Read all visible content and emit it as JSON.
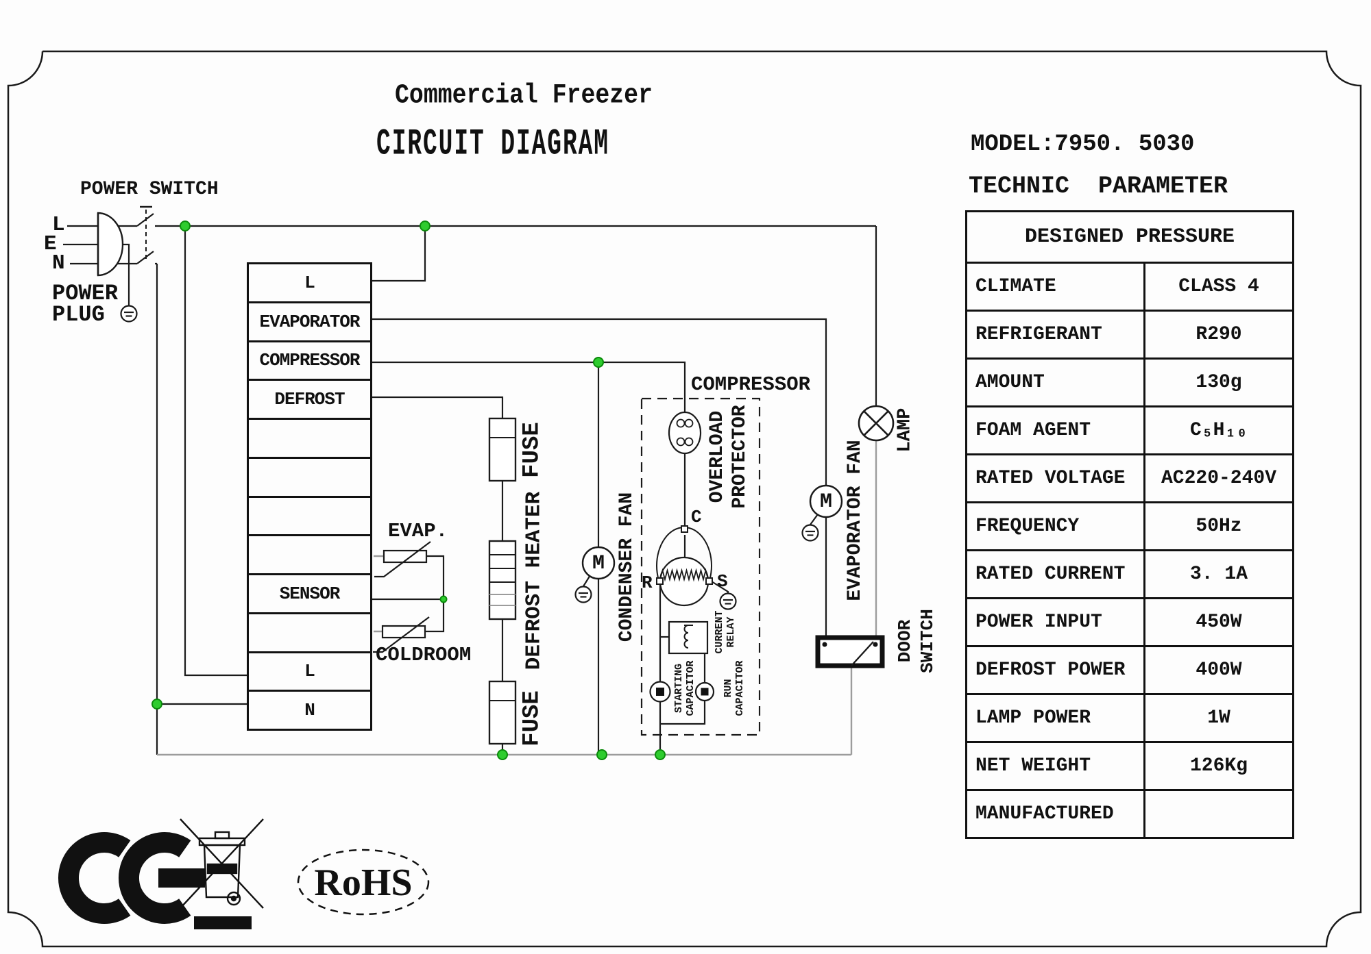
{
  "title": {
    "line1": "Commercial Freezer",
    "line2": "CIRCUIT DIAGRAM"
  },
  "power": {
    "switch_label": "POWER SWITCH",
    "plug_label": "POWER PLUG",
    "pin_l": "L",
    "pin_e": "E",
    "pin_n": "N"
  },
  "terminal_block": {
    "rows": [
      "L",
      "EVAPORATOR",
      "COMPRESSOR",
      "DEFROST",
      "",
      "",
      "",
      "",
      "SENSOR",
      "",
      "L",
      "N"
    ]
  },
  "sensors": {
    "evaporator": "EVAP.",
    "coldroom": "COLDROOM"
  },
  "defrost_branch": {
    "fuse_top": "FUSE",
    "heater": "DEFROST HEATER",
    "fuse_bottom": "FUSE"
  },
  "fans": {
    "condenser": "CONDENSER FAN",
    "evaporator": "EVAPORATOR FAN",
    "motor_letter": "M"
  },
  "compressor": {
    "label": "COMPRESSOR",
    "overload_protector": "OVERLOAD\nPROTECTOR",
    "terminal_c": "C",
    "terminal_r": "R",
    "terminal_s": "S",
    "current_relay": "CURRENT\nRELAY",
    "starting_capacitor": "STARTING\nCAPACITOR",
    "run_capacitor": "RUN\nCAPACITOR"
  },
  "lamp": {
    "label": "LAMP"
  },
  "door_switch": {
    "label": "DOOR\nSWITCH"
  },
  "right_panel": {
    "model": "MODEL:7950. 5030",
    "subtitle": "TECHNIC  PARAMETER",
    "table": {
      "header": "DESIGNED PRESSURE",
      "rows": [
        {
          "label": "CLIMATE",
          "value": "CLASS 4"
        },
        {
          "label": "REFRIGERANT",
          "value": "R290"
        },
        {
          "label": "AMOUNT",
          "value": "130g"
        },
        {
          "label": "FOAM AGENT",
          "value": "C₅H₁₀"
        },
        {
          "label": "RATED VOLTAGE",
          "value": "AC220-240V"
        },
        {
          "label": "FREQUENCY",
          "value": "50Hz"
        },
        {
          "label": "RATED CURRENT",
          "value": "3. 1A"
        },
        {
          "label": "POWER INPUT",
          "value": "450W"
        },
        {
          "label": "DEFROST POWER",
          "value": "400W"
        },
        {
          "label": "LAMP POWER",
          "value": "1W"
        },
        {
          "label": "NET WEIGHT",
          "value": "126Kg"
        },
        {
          "label": "MANUFACTURED",
          "value": ""
        }
      ]
    }
  },
  "marks": {
    "rohs": "RoHS"
  },
  "colors": {
    "wire": "#1a1a1a",
    "wire_gray": "#9c9c9c",
    "junction_green": "#2ecc2e",
    "ink": "#111111"
  }
}
